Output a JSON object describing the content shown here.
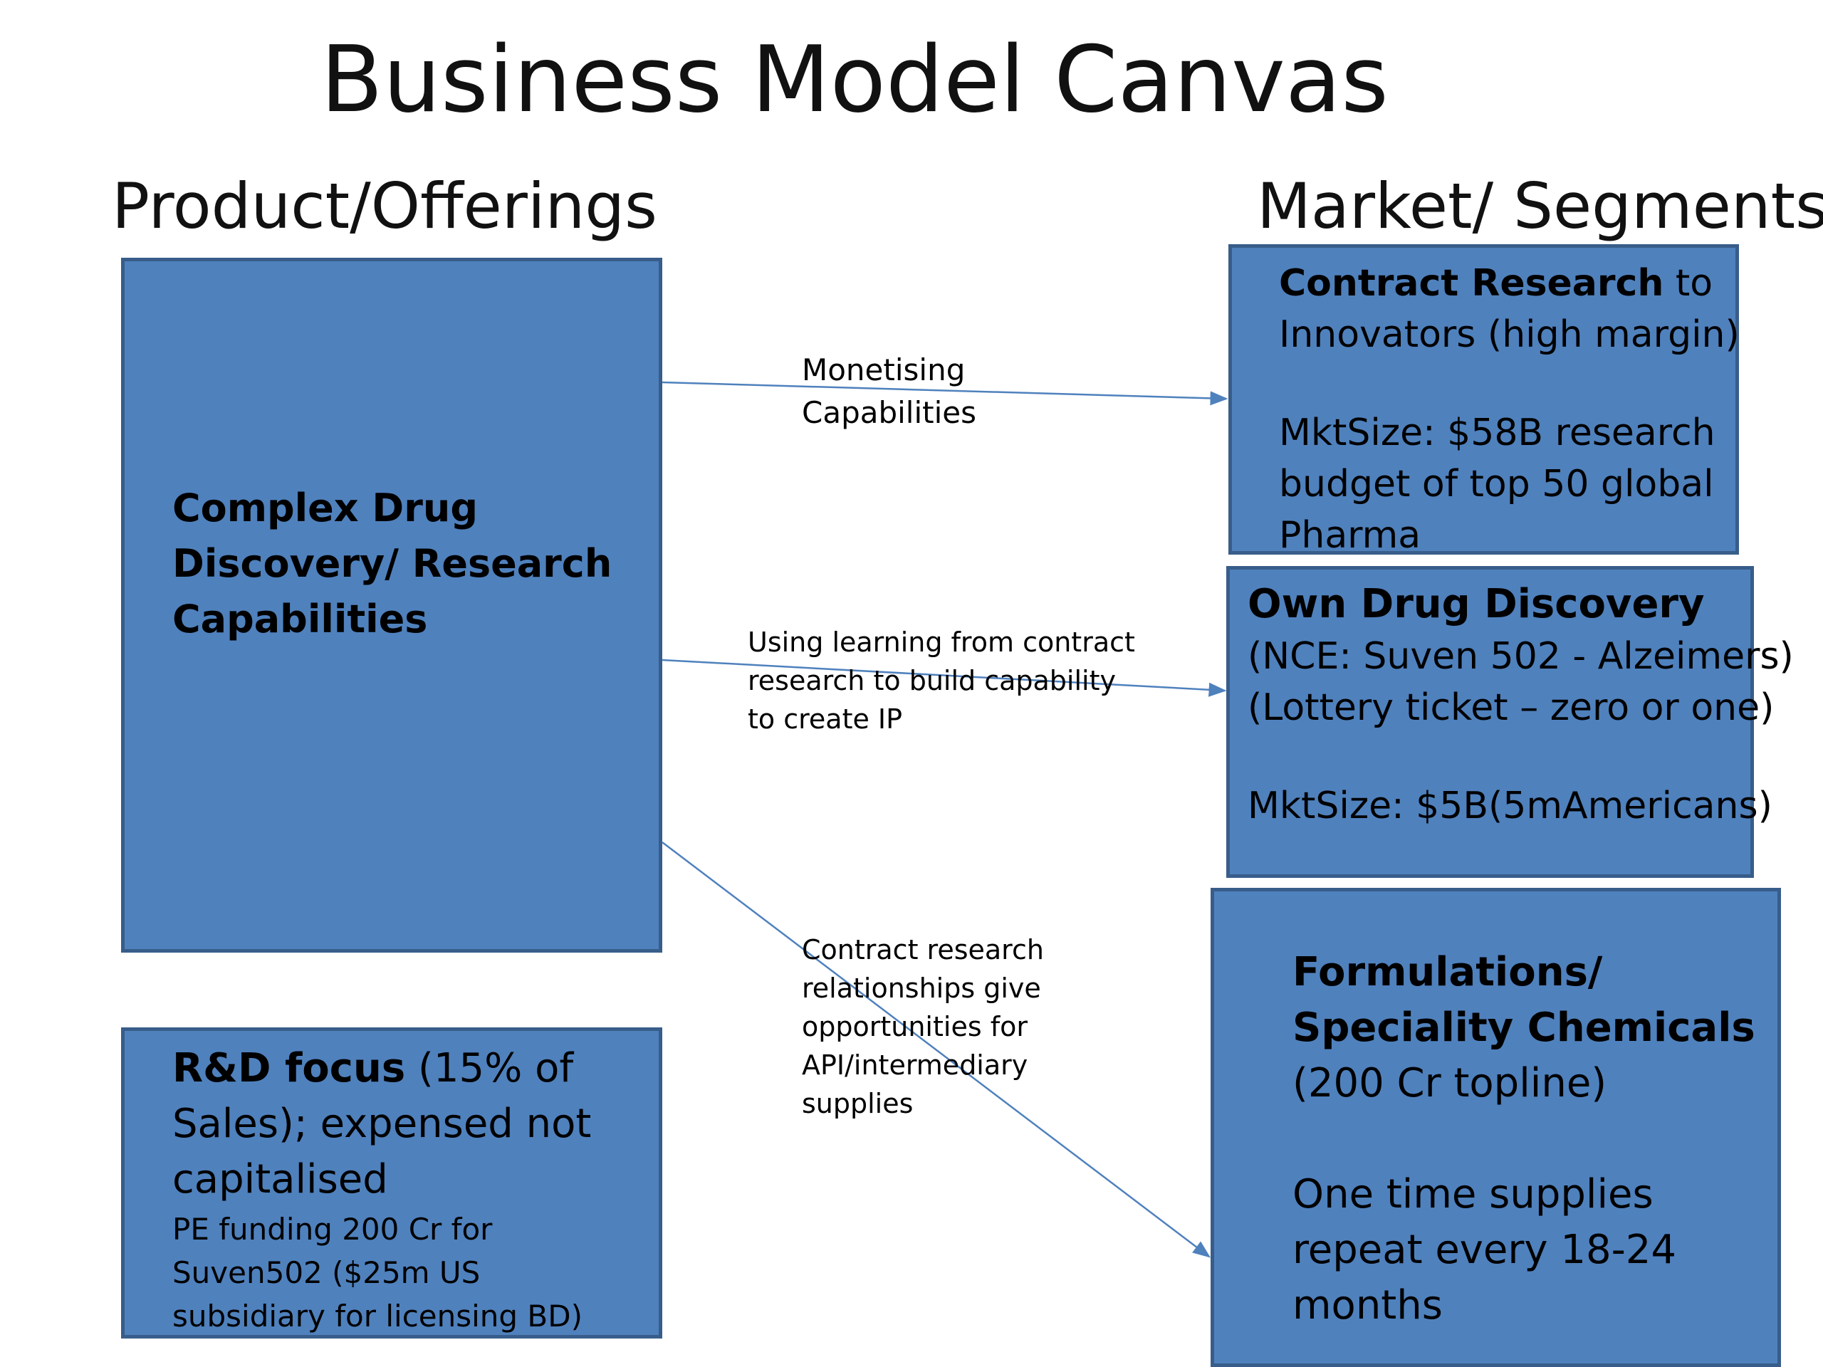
{
  "title": "Business Model Canvas",
  "headers": {
    "left": "Product/Offerings",
    "right": "Market/ Segments"
  },
  "boxes": {
    "capabilities": {
      "line1": "Complex Drug",
      "line2": "Discovery/ Research",
      "line3": "Capabilities"
    },
    "rnd": {
      "bold": "R&D focus",
      "rest1": " (15% of",
      "line2": "Sales); expensed not",
      "line3": "capitalised",
      "small1": "PE funding 200 Cr for",
      "small2": "Suven502 ($25m US",
      "small3": "subsidiary for licensing BD)"
    },
    "contract_research": {
      "bold": "Contract Research",
      "rest1": " to",
      "line2": "Innovators (high margin)",
      "line3": "MktSize: $58B research",
      "line4": "budget of top 50 global",
      "line5": "Pharma"
    },
    "own_discovery": {
      "bold": "Own Drug Discovery",
      "line2": "(NCE: Suven 502 - Alzeimers)",
      "line3": "(Lottery ticket – zero or one)",
      "line4": "MktSize: $5B(5mAmericans)"
    },
    "formulations": {
      "line1": "Formulations/",
      "line2": "Speciality Chemicals",
      "line3": "(200 Cr topline)",
      "line4": "One time supplies",
      "line5": "repeat every 18-24",
      "line6": "months"
    }
  },
  "arrows": {
    "monetising": {
      "line1": "Monetising",
      "line2": "Capabilities"
    },
    "learning": {
      "line1": "Using learning from contract",
      "line2": "research to build capability",
      "line3": "to create IP"
    },
    "relationships": {
      "line1": "Contract research",
      "line2": "relationships give",
      "line3": "opportunities for",
      "line4": "API/intermediary",
      "line5": "supplies"
    }
  },
  "colors": {
    "box_fill": "#4f81bd",
    "box_border": "#385d8a",
    "arrow": "#4f81bd"
  }
}
